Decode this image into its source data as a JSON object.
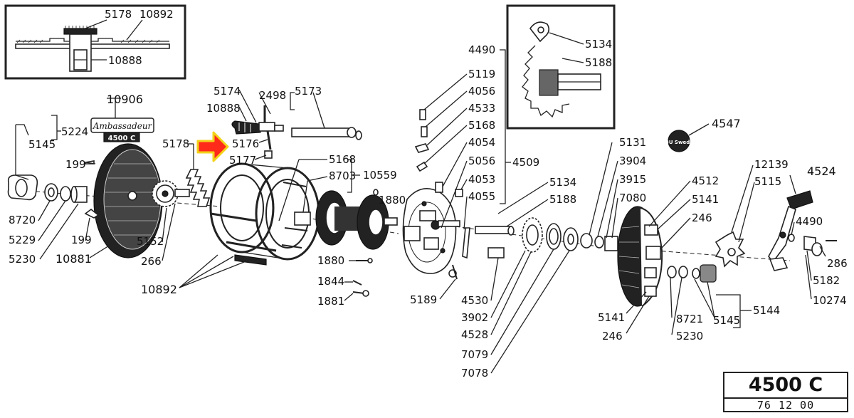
{
  "model": {
    "name": "4500 C",
    "code": "76  12  00"
  },
  "brand_badge": {
    "brand": "Ambassadeur",
    "model": "4500 C"
  },
  "emblem_text": "ABU Sweden",
  "labels": {
    "inset1": [
      "5178",
      "10892",
      "10888"
    ],
    "inset2": [
      "5134",
      "5188"
    ],
    "left_side": [
      "10906",
      "5224",
      "5145",
      "199",
      "8720",
      "5229",
      "199",
      "5230",
      "10881",
      "5152",
      "266",
      "5178"
    ],
    "frame_top": [
      "5174",
      "2498",
      "5173",
      "10888",
      "5176",
      "5177"
    ],
    "spool": [
      "5168",
      "8703",
      "10559",
      "1880",
      "1880",
      "1844",
      "1881",
      "10892"
    ],
    "middle_plate": [
      "4490",
      "5119",
      "4056",
      "4533",
      "5168",
      "4054",
      "5056",
      "4509",
      "4053",
      "4055",
      "5134",
      "5188",
      "5189"
    ],
    "gears": [
      "4530",
      "3902",
      "4528",
      "7079",
      "7078"
    ],
    "right_plate": [
      "5131",
      "3904",
      "3915",
      "7080",
      "4547",
      "4512",
      "5141",
      "246",
      "5141",
      "246",
      "8721",
      "5230",
      "5145",
      "5144"
    ],
    "handle": [
      "12139",
      "5115",
      "4524",
      "4490",
      "286",
      "5182",
      "10274"
    ]
  },
  "colors": {
    "arrow_fill": "#ff2a1a",
    "arrow_edge": "#f3d21a",
    "ink": "#222222"
  }
}
